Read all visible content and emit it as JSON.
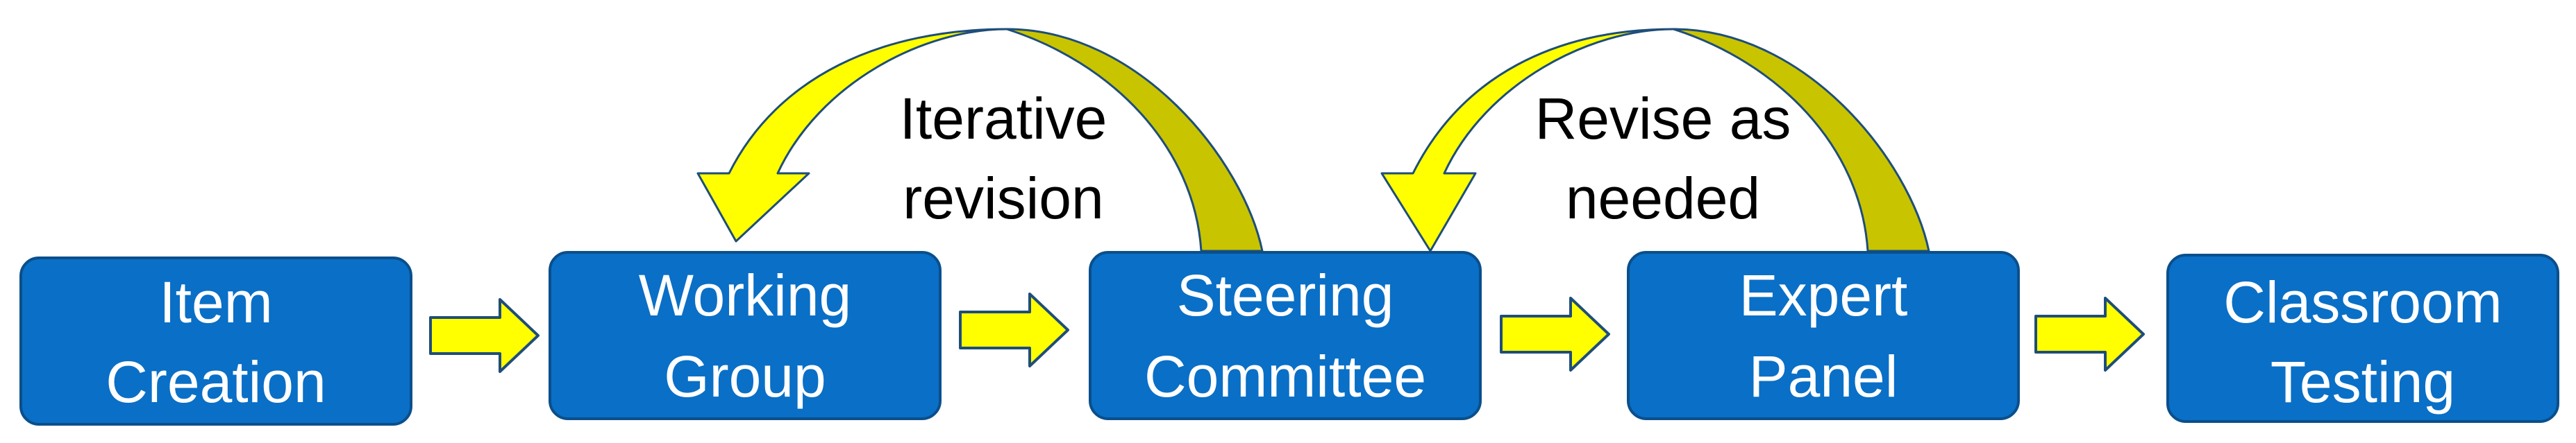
{
  "stages": [
    {
      "line1": "Item",
      "line2": "Creation"
    },
    {
      "line1": "Working",
      "line2": "Group"
    },
    {
      "line1": "Steering",
      "line2": "Committee"
    },
    {
      "line1": "Expert",
      "line2": "Panel"
    },
    {
      "line1": "Classroom",
      "line2": "Testing"
    }
  ],
  "loops": [
    {
      "line1": "Iterative",
      "line2": "revision"
    },
    {
      "line1": "Revise as",
      "line2": "needed"
    }
  ],
  "colors": {
    "box_fill": "#0a6fc6",
    "box_stroke": "#0a4f8c",
    "box_text": "#ffffff",
    "arrow_fill": "#ffff00",
    "arrow_stroke": "#1f4e79",
    "curve_top": "#ffff00",
    "curve_side": "#c9c400"
  }
}
